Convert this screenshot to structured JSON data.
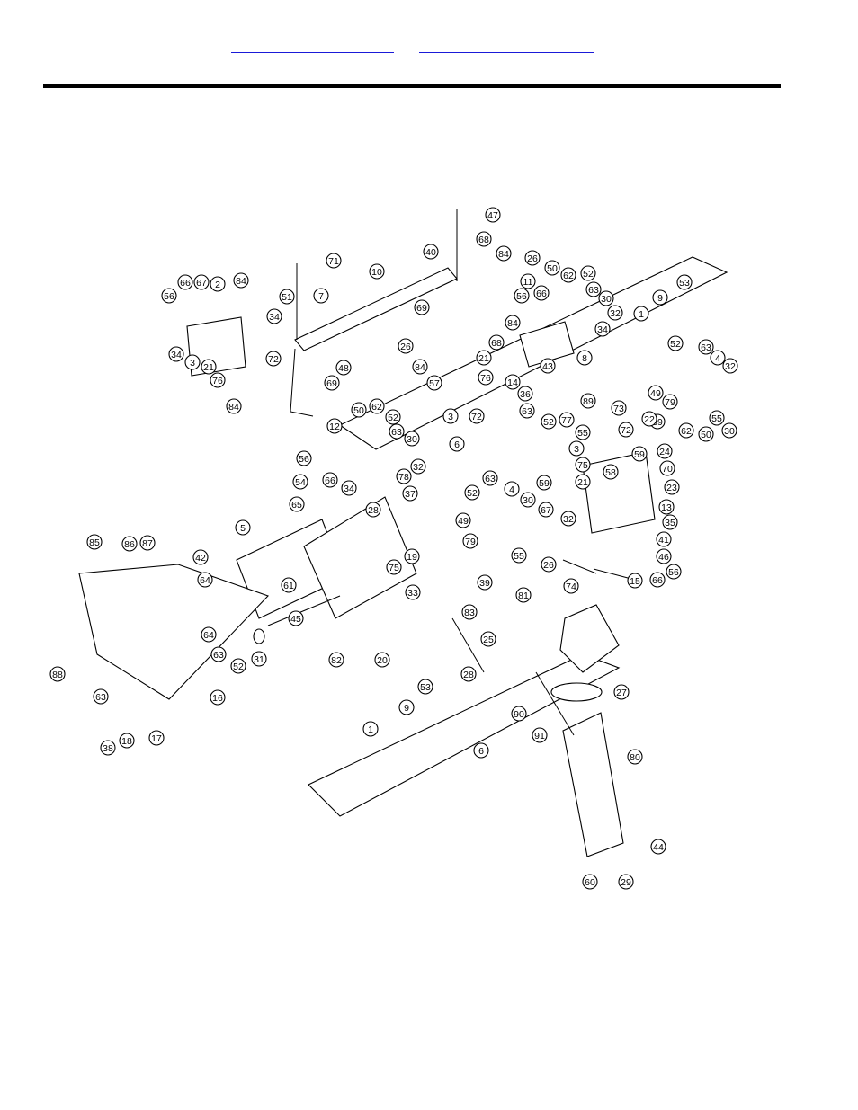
{
  "header": {
    "link_left": "",
    "link_right": ""
  },
  "diagram": {
    "callouts": [
      {
        "id": "c47",
        "label": "47"
      },
      {
        "id": "c68a",
        "label": "68"
      },
      {
        "id": "c71",
        "label": "71"
      },
      {
        "id": "c40",
        "label": "40"
      },
      {
        "id": "c84a",
        "label": "84"
      },
      {
        "id": "c26a",
        "label": "26"
      },
      {
        "id": "c10",
        "label": "10"
      },
      {
        "id": "c7",
        "label": "7"
      },
      {
        "id": "c51",
        "label": "51"
      },
      {
        "id": "c66a",
        "label": "66"
      },
      {
        "id": "c67a",
        "label": "67"
      },
      {
        "id": "c2",
        "label": "2"
      },
      {
        "id": "c84b",
        "label": "84"
      },
      {
        "id": "c56a",
        "label": "56"
      },
      {
        "id": "c34a",
        "label": "34"
      },
      {
        "id": "c34b",
        "label": "34"
      },
      {
        "id": "c3a",
        "label": "3"
      },
      {
        "id": "c21a",
        "label": "21"
      },
      {
        "id": "c72a",
        "label": "72"
      },
      {
        "id": "c76a",
        "label": "76"
      },
      {
        "id": "c48",
        "label": "48"
      },
      {
        "id": "c69a",
        "label": "69"
      },
      {
        "id": "c84c",
        "label": "84"
      },
      {
        "id": "c11",
        "label": "11"
      },
      {
        "id": "c50a",
        "label": "50"
      },
      {
        "id": "c62a",
        "label": "62"
      },
      {
        "id": "c52a",
        "label": "52"
      },
      {
        "id": "c63a",
        "label": "63"
      },
      {
        "id": "c56b",
        "label": "56"
      },
      {
        "id": "c66b",
        "label": "66"
      },
      {
        "id": "c30a",
        "label": "30"
      },
      {
        "id": "c32a",
        "label": "32"
      },
      {
        "id": "c9a",
        "label": "9"
      },
      {
        "id": "c53a",
        "label": "53"
      },
      {
        "id": "c1a",
        "label": "1"
      },
      {
        "id": "c69b",
        "label": "69"
      },
      {
        "id": "c84d",
        "label": "84"
      },
      {
        "id": "c68b",
        "label": "68"
      },
      {
        "id": "c26b",
        "label": "26"
      },
      {
        "id": "c34c",
        "label": "34"
      },
      {
        "id": "c84e",
        "label": "84"
      },
      {
        "id": "c21b",
        "label": "21"
      },
      {
        "id": "c57",
        "label": "57"
      },
      {
        "id": "c76b",
        "label": "76"
      },
      {
        "id": "c3b",
        "label": "3"
      },
      {
        "id": "c72b",
        "label": "72"
      },
      {
        "id": "c14",
        "label": "14"
      },
      {
        "id": "c36",
        "label": "36"
      },
      {
        "id": "c43",
        "label": "43"
      },
      {
        "id": "c8",
        "label": "8"
      },
      {
        "id": "c63b",
        "label": "63"
      },
      {
        "id": "c52b",
        "label": "52"
      },
      {
        "id": "c77",
        "label": "77"
      },
      {
        "id": "c89",
        "label": "89"
      },
      {
        "id": "c52c",
        "label": "52"
      },
      {
        "id": "c63c",
        "label": "63"
      },
      {
        "id": "c4a",
        "label": "4"
      },
      {
        "id": "c32b",
        "label": "32"
      },
      {
        "id": "c49a",
        "label": "49"
      },
      {
        "id": "c79a",
        "label": "79"
      },
      {
        "id": "c39a",
        "label": "39"
      },
      {
        "id": "c62b",
        "label": "62"
      },
      {
        "id": "c50b",
        "label": "50"
      },
      {
        "id": "c55a",
        "label": "55"
      },
      {
        "id": "c30b",
        "label": "30"
      },
      {
        "id": "c73",
        "label": "73"
      },
      {
        "id": "c50c",
        "label": "50"
      },
      {
        "id": "c62c",
        "label": "62"
      },
      {
        "id": "c52d",
        "label": "52"
      },
      {
        "id": "c63d",
        "label": "63"
      },
      {
        "id": "c12",
        "label": "12"
      },
      {
        "id": "c30c",
        "label": "30"
      },
      {
        "id": "c56c",
        "label": "56"
      },
      {
        "id": "c32c",
        "label": "32"
      },
      {
        "id": "c66c",
        "label": "66"
      },
      {
        "id": "c78",
        "label": "78"
      },
      {
        "id": "c34d",
        "label": "34"
      },
      {
        "id": "c37",
        "label": "37"
      },
      {
        "id": "c6a",
        "label": "6"
      },
      {
        "id": "c55b",
        "label": "55"
      },
      {
        "id": "c72c",
        "label": "72"
      },
      {
        "id": "c3c",
        "label": "3"
      },
      {
        "id": "c22",
        "label": "22"
      },
      {
        "id": "c59a",
        "label": "59"
      },
      {
        "id": "c24",
        "label": "24"
      },
      {
        "id": "c75a",
        "label": "75"
      },
      {
        "id": "c70",
        "label": "70"
      },
      {
        "id": "c58",
        "label": "58"
      },
      {
        "id": "c21c",
        "label": "21"
      },
      {
        "id": "c23",
        "label": "23"
      },
      {
        "id": "c54",
        "label": "54"
      },
      {
        "id": "c63e",
        "label": "63"
      },
      {
        "id": "c4b",
        "label": "4"
      },
      {
        "id": "c30d",
        "label": "30"
      },
      {
        "id": "c59b",
        "label": "59"
      },
      {
        "id": "c13",
        "label": "13"
      },
      {
        "id": "c52e",
        "label": "52"
      },
      {
        "id": "c65",
        "label": "65"
      },
      {
        "id": "c67b",
        "label": "67"
      },
      {
        "id": "c35",
        "label": "35"
      },
      {
        "id": "c49b",
        "label": "49"
      },
      {
        "id": "c32d",
        "label": "32"
      },
      {
        "id": "c41",
        "label": "41"
      },
      {
        "id": "c5",
        "label": "5"
      },
      {
        "id": "c28a",
        "label": "28"
      },
      {
        "id": "c79b",
        "label": "79"
      },
      {
        "id": "c19",
        "label": "19"
      },
      {
        "id": "c55c",
        "label": "55"
      },
      {
        "id": "c75b",
        "label": "75"
      },
      {
        "id": "c46",
        "label": "46"
      },
      {
        "id": "c26c",
        "label": "26"
      },
      {
        "id": "c39b",
        "label": "39"
      },
      {
        "id": "c56d",
        "label": "56"
      },
      {
        "id": "c15",
        "label": "15"
      },
      {
        "id": "c66d",
        "label": "66"
      },
      {
        "id": "c74",
        "label": "74"
      },
      {
        "id": "c85",
        "label": "85"
      },
      {
        "id": "c86",
        "label": "86"
      },
      {
        "id": "c87",
        "label": "87"
      },
      {
        "id": "c42",
        "label": "42"
      },
      {
        "id": "c64a",
        "label": "64"
      },
      {
        "id": "c61",
        "label": "61"
      },
      {
        "id": "c33",
        "label": "33"
      },
      {
        "id": "c81",
        "label": "81"
      },
      {
        "id": "c83",
        "label": "83"
      },
      {
        "id": "c45",
        "label": "45"
      },
      {
        "id": "c25",
        "label": "25"
      },
      {
        "id": "c64b",
        "label": "64"
      },
      {
        "id": "c63f",
        "label": "63"
      },
      {
        "id": "c31",
        "label": "31"
      },
      {
        "id": "c82",
        "label": "82"
      },
      {
        "id": "c20",
        "label": "20"
      },
      {
        "id": "c52f",
        "label": "52"
      },
      {
        "id": "c88",
        "label": "88"
      },
      {
        "id": "c28b",
        "label": "28"
      },
      {
        "id": "c16",
        "label": "16"
      },
      {
        "id": "c53b",
        "label": "53"
      },
      {
        "id": "c27",
        "label": "27"
      },
      {
        "id": "c63g",
        "label": "63"
      },
      {
        "id": "c9b",
        "label": "9"
      },
      {
        "id": "c90",
        "label": "90"
      },
      {
        "id": "c18",
        "label": "18"
      },
      {
        "id": "c17",
        "label": "17"
      },
      {
        "id": "c38",
        "label": "38"
      },
      {
        "id": "c91",
        "label": "91"
      },
      {
        "id": "c1b",
        "label": "1"
      },
      {
        "id": "c6b",
        "label": "6"
      },
      {
        "id": "c80",
        "label": "80"
      },
      {
        "id": "c44",
        "label": "44"
      },
      {
        "id": "c60",
        "label": "60"
      },
      {
        "id": "c29",
        "label": "29"
      }
    ]
  }
}
